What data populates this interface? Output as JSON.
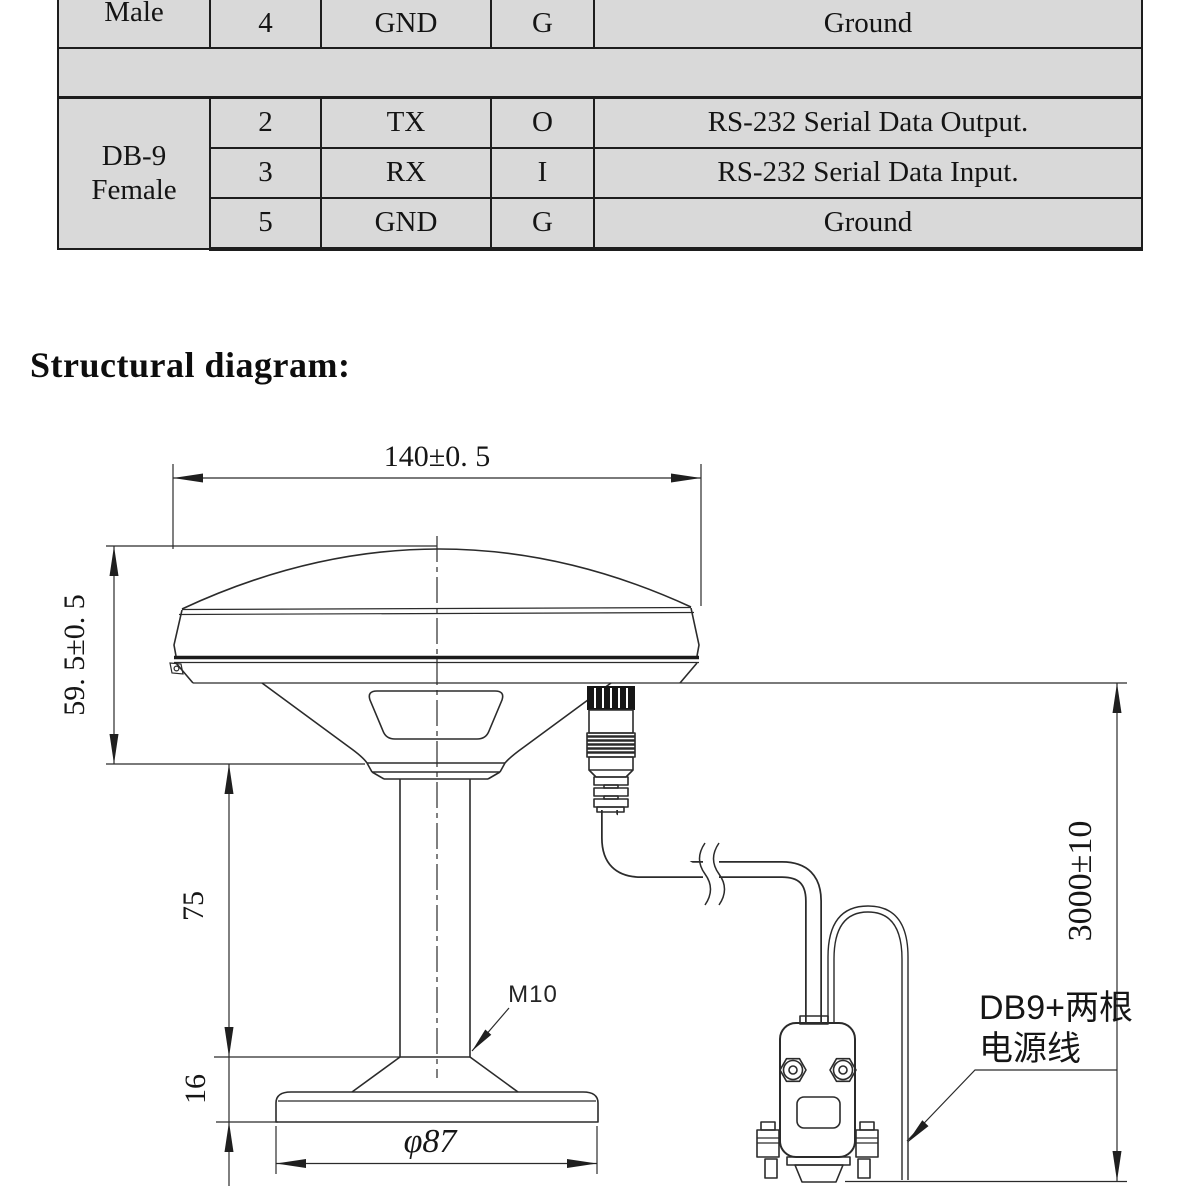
{
  "pin_table": {
    "cell_bg": "#d9d9d9",
    "border_color": "#1d1d1d",
    "male_partial": {
      "connector_label": "Male",
      "pin": "4",
      "name": "GND",
      "io": "G",
      "description": "Ground"
    },
    "female_label": "DB-9 Female",
    "female_rows": [
      {
        "pin": "2",
        "name": "TX",
        "io": "O",
        "description": "RS-232 Serial Data Output."
      },
      {
        "pin": "3",
        "name": "RX",
        "io": "I",
        "description": "RS-232 Serial Data Input."
      },
      {
        "pin": "5",
        "name": "GND",
        "io": "G",
        "description": "Ground"
      }
    ]
  },
  "heading": {
    "text": "Structural diagram:"
  },
  "diagram": {
    "dim_width": "140±0. 5",
    "dim_height": "59. 5±0. 5",
    "dim_pole": "75",
    "dim_base_height": "16",
    "dim_base_diameter": "φ87",
    "thread_label": "M10",
    "dim_cable_length": "3000±10",
    "cable_note_line1": "DB9+两根",
    "cable_note_line2": "电源线"
  }
}
